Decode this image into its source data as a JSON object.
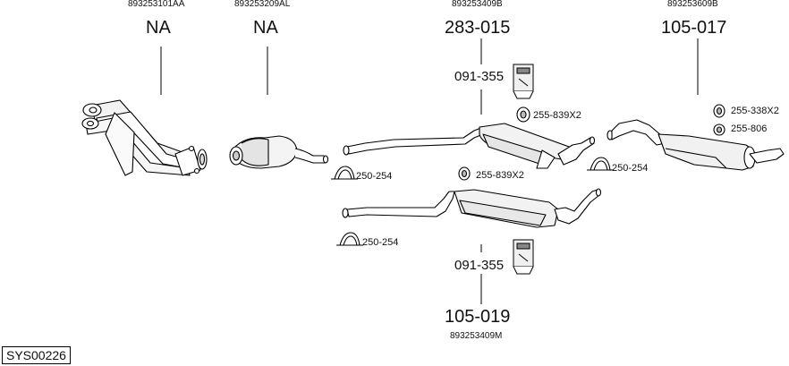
{
  "diagram": {
    "oem_numbers": {
      "manifold": "893253101AA",
      "front_pipe": "893253209AL",
      "middle_upper": "893253409B",
      "rear_silencer": "893253609B",
      "middle_lower": "893253409M"
    },
    "part_numbers": {
      "manifold": "NA",
      "front_pipe": "NA",
      "middle_upper": "283-015",
      "rear_silencer": "105-017",
      "middle_lower": "105-019",
      "mount_upper": "091-355",
      "mount_lower": "091-355"
    },
    "fittings": {
      "ring_upper_mid": "255-839X2",
      "ring_rear_a": "255-338X2",
      "ring_rear_b": "255-806",
      "clamp_left_upper": "250-254",
      "clamp_right": "250-254",
      "ring_lower_mid": "255-839X2",
      "clamp_left_lower": "250-254"
    },
    "drawing_code": "SYS00226"
  }
}
